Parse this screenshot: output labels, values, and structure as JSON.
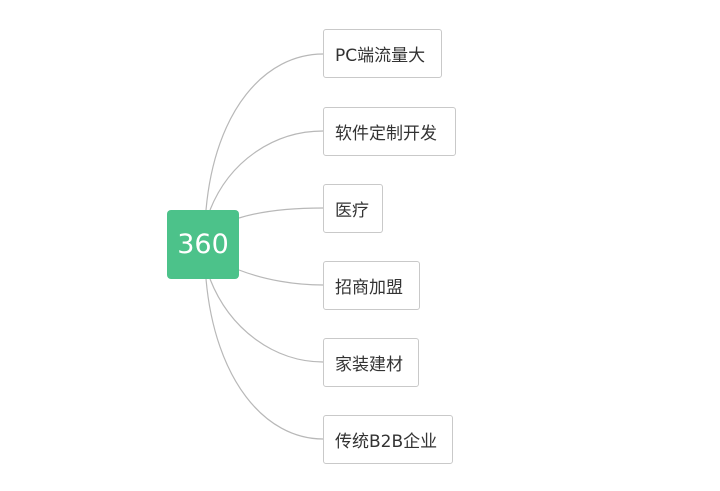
{
  "mindmap": {
    "root": {
      "label": "360",
      "color": "#4cc28a"
    },
    "branches": [
      {
        "label": "PC端流量大"
      },
      {
        "label": "软件定制开发"
      },
      {
        "label": "医疗"
      },
      {
        "label": "招商加盟"
      },
      {
        "label": "家装建材"
      },
      {
        "label": "传统B2B企业"
      }
    ],
    "connector_color": "#b8b8b8"
  }
}
